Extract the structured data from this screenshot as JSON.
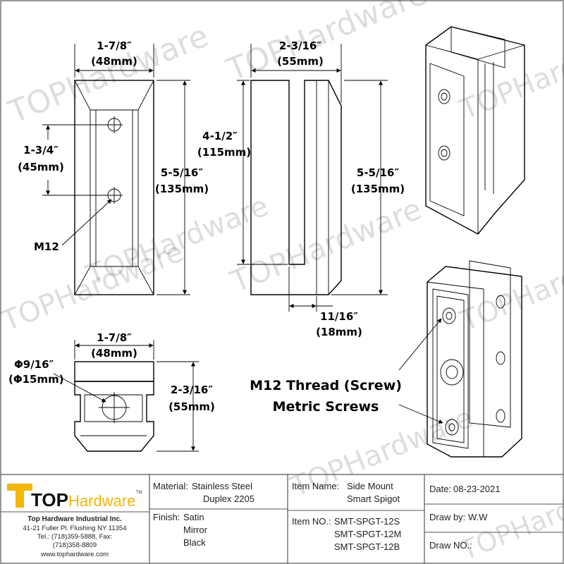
{
  "watermark_text": "TOPHardware",
  "views": {
    "front": {
      "width_in": "1-7/8″",
      "width_mm": "(48mm)",
      "height_in": "5-5/16″",
      "height_mm": "(135mm)",
      "hole_spacing_in": "1-3/4″",
      "hole_spacing_mm": "(45mm)",
      "thread": "M12"
    },
    "side": {
      "depth_in": "2-3/16″",
      "depth_mm": "(55mm)",
      "slot_depth_in": "4-1/2″",
      "slot_depth_mm": "(115mm)",
      "height_in": "5-5/16″",
      "height_mm": "(135mm)",
      "slot_width_in": "11/16″",
      "slot_width_mm": "(18mm)"
    },
    "bottom": {
      "width_in": "1-7/8″",
      "width_mm": "(48mm)",
      "hole_in": "Φ9/16″",
      "hole_mm": "(Φ15mm)",
      "depth_in": "2-3/16″",
      "depth_mm": "(55mm)"
    },
    "callout": {
      "line1": "M12 Thread (Screw)",
      "line2": "Metric Screws"
    }
  },
  "title_block": {
    "logo": {
      "top": "TOP",
      "hardware": "Hardware",
      "tm": "TM"
    },
    "company": {
      "name": "Top Hardware Industrial Inc.",
      "address": "41-21 Fuller Pl. Flushing NY 11354",
      "phone_fax": "Tel.: (718)359-5888,  Fax:",
      "fax": "(718)358-8809",
      "website": "www.tophardware.com"
    },
    "material_label": "Material:",
    "material_value_1": "Stainless Steel",
    "material_value_2": "Duplex 2205",
    "finish_label": "Finish:",
    "finish_values": [
      "Satin",
      "Mirror",
      "Black"
    ],
    "item_name_label": "Item Name:",
    "item_name_1": "Side Mount",
    "item_name_2": "Smart Spigot",
    "item_no_label": "Item NO.:",
    "item_nos": [
      "SMT-SPGT-12S",
      "SMT-SPGT-12M",
      "SMT-SPGT-12B"
    ],
    "date_label": "Date:",
    "date_value": "08-23-2021",
    "draw_by_label": "Draw by:",
    "draw_by_value": "W.W",
    "draw_no_label": "Draw NO.:",
    "draw_no_value": ""
  }
}
